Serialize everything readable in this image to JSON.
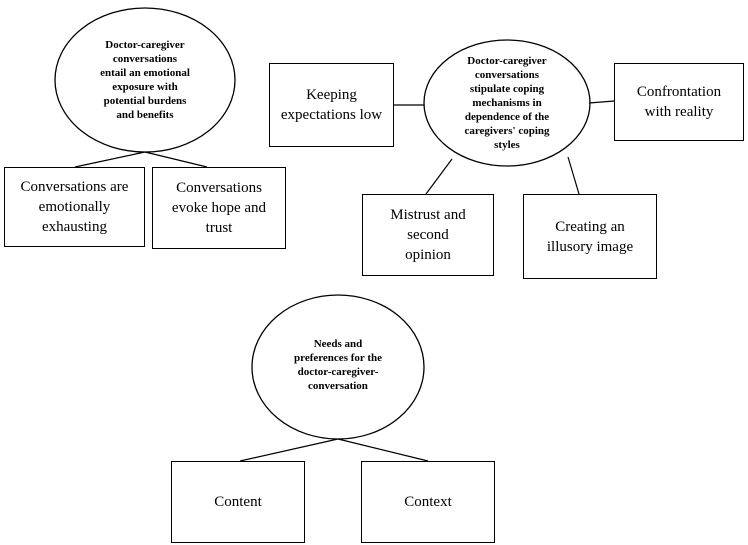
{
  "diagram": {
    "topics": [
      {
        "title": "Doctor-caregiver\nconversations\nentail an emotional\nexposure with\npotential burdens\nand benefits",
        "children": [
          "Conversations are\nemotionally\nexhausting",
          "Conversations\nevoke hope and\ntrust"
        ]
      },
      {
        "title": "Doctor-caregiver\nconversations\nstipulate coping\nmechanisms in\ndependence of the\ncaregivers' coping\nstyles",
        "children": [
          "Keeping\nexpectations low",
          "Confrontation\nwith reality",
          "Mistrust and\nsecond\nopinion",
          "Creating an\nillusory image"
        ]
      },
      {
        "title": "Needs and\npreferences for the\ndoctor-caregiver-\nconversation",
        "children": [
          "Content",
          "Context"
        ]
      }
    ]
  },
  "colors": {
    "line": "#000000",
    "background": "#ffffff"
  }
}
